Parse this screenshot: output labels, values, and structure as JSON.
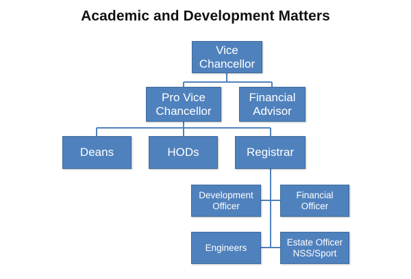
{
  "title": "Academic and Development Matters",
  "colors": {
    "box_fill": "#4f81bd",
    "connector": "#4f81bd",
    "text": "#ffffff"
  },
  "nodes": {
    "vice_chancellor": "Vice\nChancellor",
    "pro_vice_chancellor": "Pro Vice\nChancellor",
    "financial_advisor": "Financial\nAdvisor",
    "deans": "Deans",
    "hods": "HODs",
    "registrar": "Registrar",
    "development_officer": "Development\nOfficer",
    "financial_officer": "Financial\nOfficer",
    "engineers": "Engineers",
    "estate_officer": "Estate Officer\nNSS/Sport"
  }
}
